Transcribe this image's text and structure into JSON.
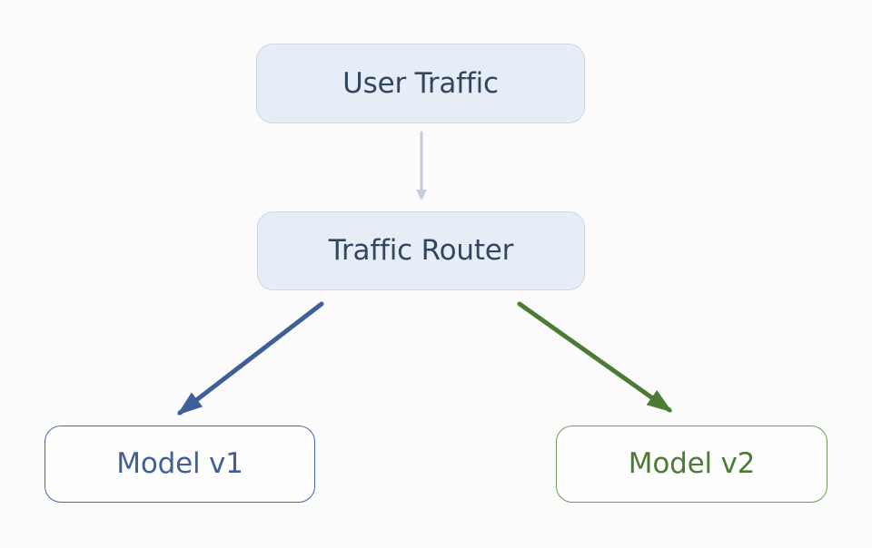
{
  "nodes": {
    "user_traffic": "User Traffic",
    "traffic_router": "Traffic Router",
    "model_v1": "Model v1",
    "model_v2": "Model v2"
  },
  "colors": {
    "background": "#fbfbfc",
    "neutral_box_fill": "#e7edf7",
    "neutral_box_border": "#ccd6e6",
    "neutral_text": "#334661",
    "neutral_connector": "#c5cede",
    "model_v1_accent": "#3f5f99",
    "model_v2_accent": "#4c7b35"
  }
}
